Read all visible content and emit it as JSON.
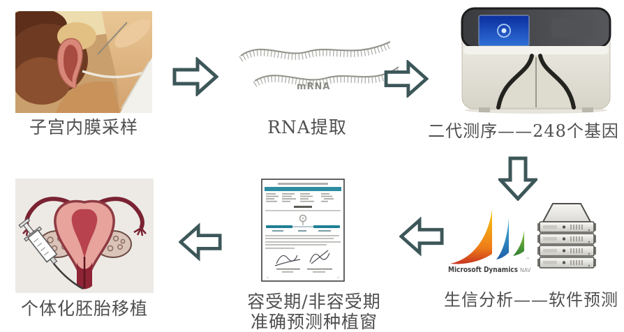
{
  "diagram": {
    "steps": {
      "sampling": {
        "label": "子宫内膜采样"
      },
      "rna": {
        "label": "RNA提取",
        "mrna_tag": "mRNA"
      },
      "sequencing": {
        "label": "二代测序——248个基因"
      },
      "bioinformatics": {
        "label": "生信分析——软件预测",
        "logo_brand": "Microsoft Dynamics",
        "logo_tm": "™",
        "logo_suffix": "NAV"
      },
      "prediction": {
        "label_line1": "容受期/非容受期",
        "label_line2": "准确预测种植窗"
      },
      "transfer": {
        "label": "个体化胚胎移植"
      }
    },
    "colors": {
      "arrow": "#3d5759",
      "label_text": "#4f4f4f",
      "report_teal": "#2e8da3",
      "timeline_teal": "#1f7f95",
      "logo_orange": "#e4641c",
      "logo_blue": "#2277bb",
      "logo_green": "#4d9e3a"
    }
  }
}
